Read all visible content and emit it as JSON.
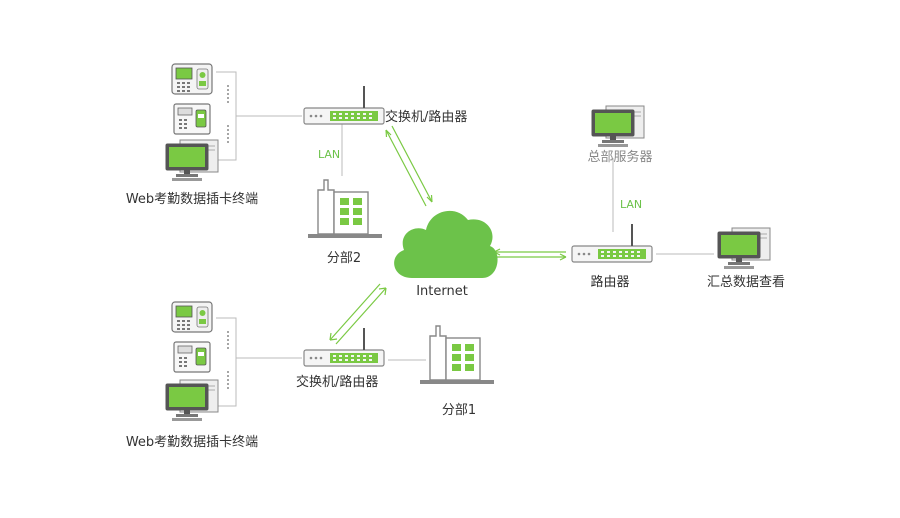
{
  "labels": {
    "terminal_top": "Web考勤数据插卡终端",
    "terminal_bottom": "Web考勤数据插卡终端",
    "switch_top": "交换机/路由器",
    "switch_bottom": "交换机/路由器",
    "branch2": "分部2",
    "branch1": "分部1",
    "internet": "Internet",
    "router": "路由器",
    "hq_server": "总部服务器",
    "summary_view": "汇总数据查看",
    "lan_top": "LAN",
    "lan_right": "LAN"
  },
  "colors": {
    "accent_green": "#7ac943",
    "cloud_green": "#6cc24a",
    "line_gray": "#bbbbbb",
    "device_gray": "#888888",
    "text_dark": "#333333"
  },
  "icons": {
    "cloud": "cloud-icon",
    "switch": "switch-router-icon",
    "building": "building-icon",
    "computer": "computer-icon",
    "attendance_terminal": "attendance-terminal-icon",
    "card_terminal": "card-terminal-icon"
  }
}
